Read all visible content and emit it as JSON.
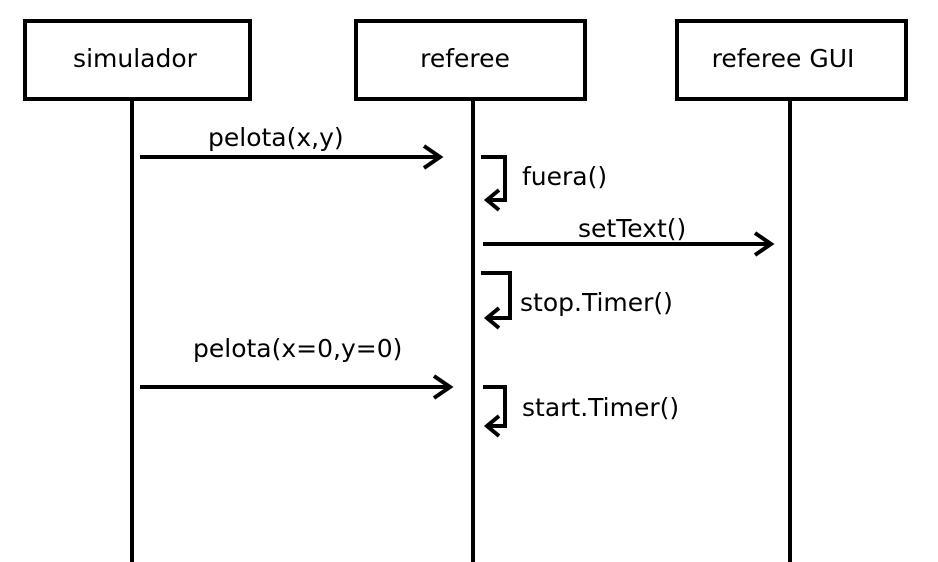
{
  "participants": [
    {
      "id": "simulador",
      "label": "simulador"
    },
    {
      "id": "referee",
      "label": "referee"
    },
    {
      "id": "referee_gui",
      "label": "referee GUI"
    }
  ],
  "messages": [
    {
      "id": "m1",
      "from": "simulador",
      "to": "referee",
      "label": "pelota(x,y)"
    },
    {
      "id": "m2",
      "from": "referee",
      "to": "referee",
      "label": "fuera()"
    },
    {
      "id": "m3",
      "from": "referee",
      "to": "referee_gui",
      "label": "setText()"
    },
    {
      "id": "m4",
      "from": "referee",
      "to": "referee",
      "label": "stop.Timer()"
    },
    {
      "id": "m5",
      "from": "simulador",
      "to": "referee",
      "label": "pelota(x=0,y=0)"
    },
    {
      "id": "m6",
      "from": "referee",
      "to": "referee",
      "label": "start.Timer()"
    }
  ]
}
